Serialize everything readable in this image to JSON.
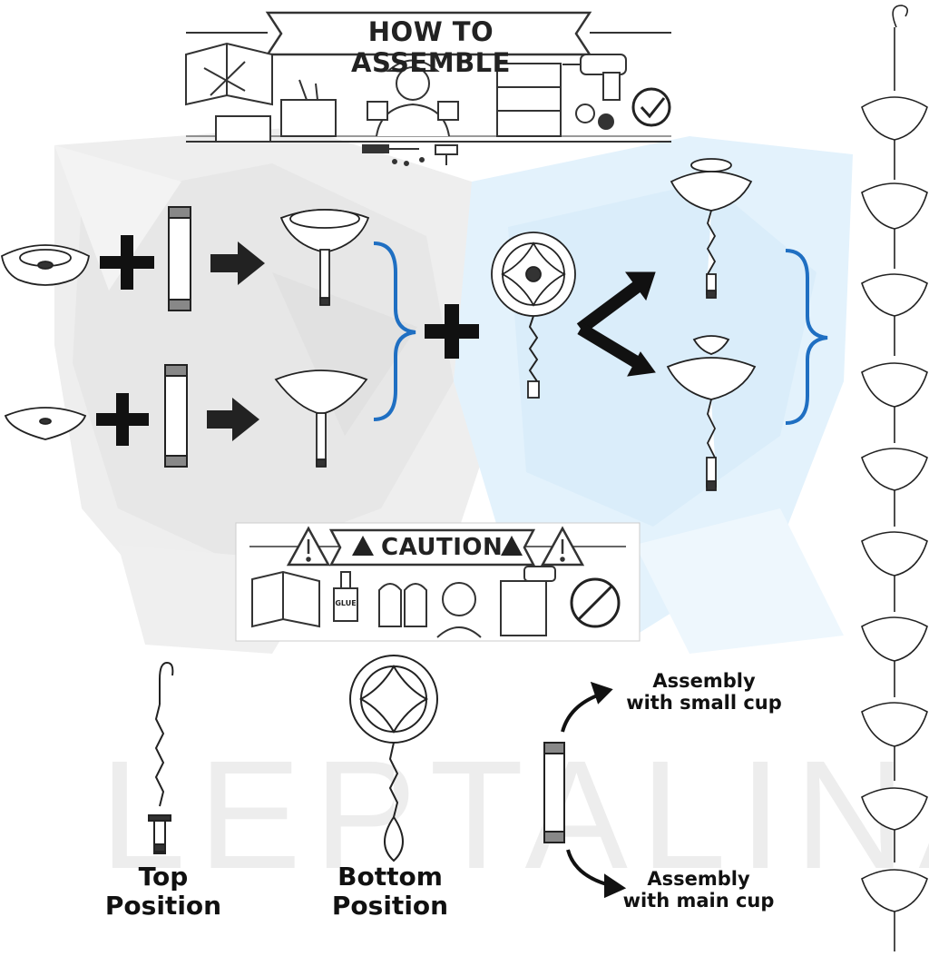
{
  "header": {
    "title": "HOW TO ASSEMBLE"
  },
  "caution": {
    "title": "CAUTION",
    "glue_label": "GLUE"
  },
  "watermark": "LEPTALINA",
  "labels": {
    "top_position": "Top\nPosition",
    "bottom_position": "Bottom\nPosition",
    "small_cup": "Assembly\nwith small cup",
    "main_cup": "Assembly\nwith main cup"
  },
  "colors": {
    "bracket": "#1f6fc2",
    "ink": "#111111",
    "bg_left": "#e9e9e9",
    "bg_right": "#dcefff"
  }
}
